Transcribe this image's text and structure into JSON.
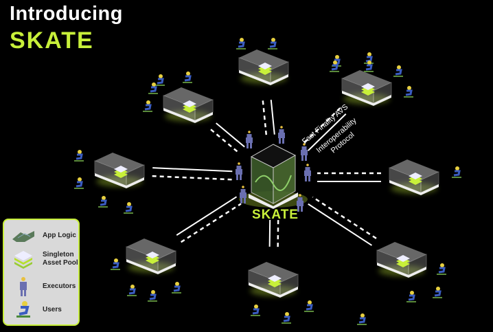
{
  "header": {
    "title": "Introducing",
    "brand": "SKATE"
  },
  "center": {
    "label": "SKATE",
    "icon": "skate-core-cube-icon"
  },
  "annotations": {
    "avs": "Fast Finality AVS",
    "interop_line1": "Interoperability",
    "interop_line2": "Protocol"
  },
  "legend": {
    "items": [
      {
        "label": "App Logic",
        "icon": "app-logic-icon"
      },
      {
        "label_line1": "Singleton",
        "label_line2": "Asset Pool",
        "icon": "asset-pool-icon"
      },
      {
        "label": "Executors",
        "icon": "executor-icon"
      },
      {
        "label": "Users",
        "icon": "user-skater-icon"
      }
    ]
  },
  "colors": {
    "accent": "#c8f03a",
    "executor": "#6a6fb0",
    "background": "#000000",
    "legend_bg": "#d9d9d9"
  }
}
